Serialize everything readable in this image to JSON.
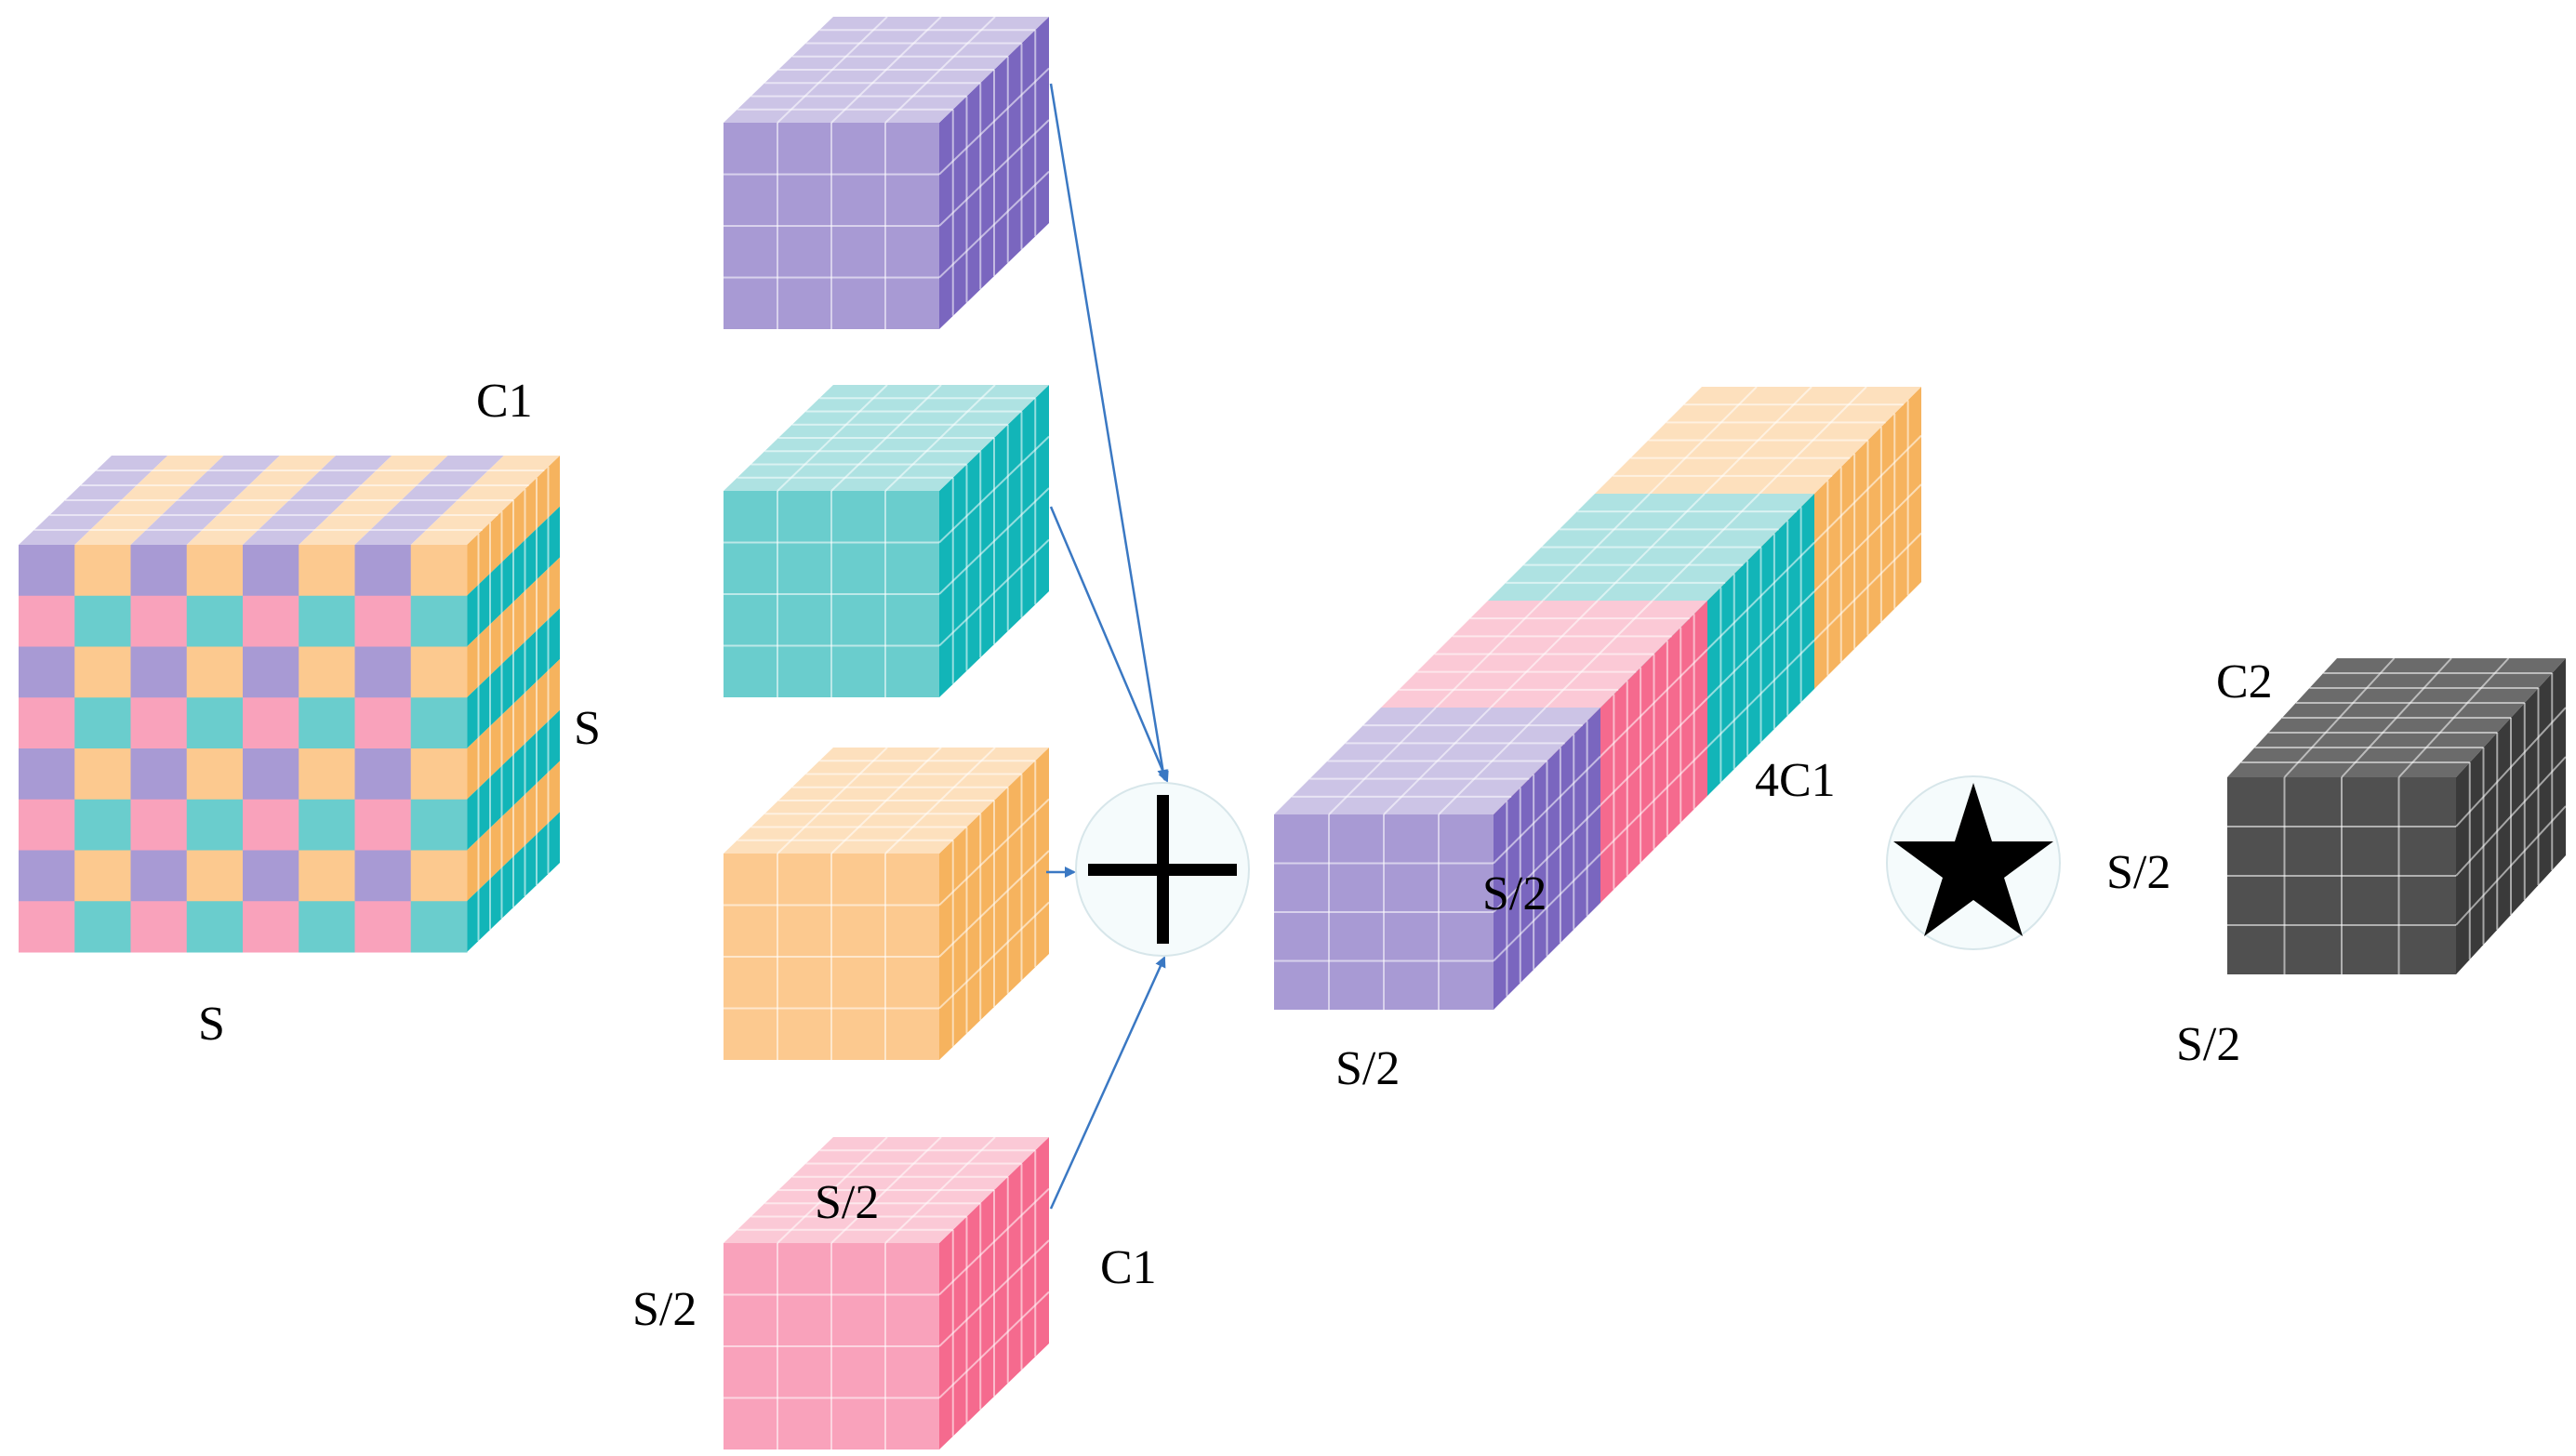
{
  "colors": {
    "purple": "#a89ad4",
    "purple_top": "#ccc4e6",
    "purple_side": "#7a66bf",
    "teal": "#6acdcd",
    "teal_top": "#aee2e2",
    "teal_side": "#12b5b8",
    "orange": "#fcc98f",
    "orange_top": "#fde0bd",
    "orange_side": "#f6b35e",
    "pink": "#f9a2bb",
    "pink_top": "#fbc9d6",
    "pink_side": "#f56a8e",
    "dark": "#505050",
    "dark_top": "#6b6b6b",
    "dark_side": "#3a3a3a",
    "arrow": "#3a78c3",
    "operator_fill": "#f5fbfc"
  },
  "input_cube": {
    "label_channels": "C1",
    "label_height": "S",
    "label_width": "S"
  },
  "slices": {
    "label_height": "S/2",
    "label_width": "S/2",
    "label_channels": "C1"
  },
  "add_operator": {
    "icon": "plus-icon"
  },
  "concat_block": {
    "label_channels": "4C1",
    "label_height": "S/2",
    "label_width": "S/2"
  },
  "conv_operator": {
    "icon": "star-icon"
  },
  "output_cube": {
    "label_channels": "C2",
    "label_height": "S/2",
    "label_width": "S/2"
  }
}
